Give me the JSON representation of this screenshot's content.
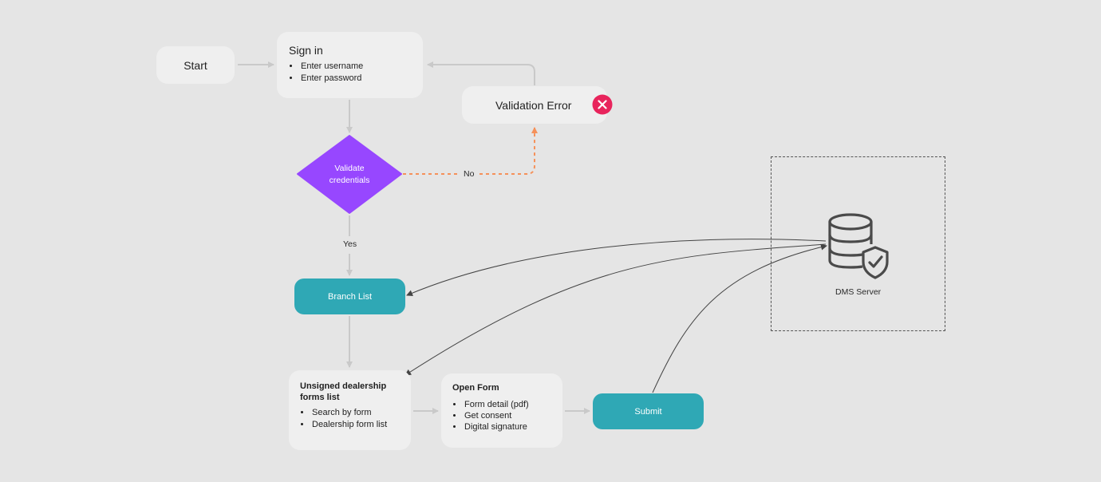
{
  "nodes": {
    "start": {
      "label": "Start"
    },
    "sign_in": {
      "title": "Sign in",
      "items": [
        "Enter username",
        "Enter password"
      ]
    },
    "validation_error": {
      "label": "Validation Error",
      "icon": "error-x-icon",
      "icon_color": "#e8245c"
    },
    "validate": {
      "label_line1": "Validate",
      "label_line2": "credentials",
      "color": "#9747ff"
    },
    "branch_list": {
      "label": "Branch List"
    },
    "unsigned_forms": {
      "title_line1": "Unsigned dealership",
      "title_line2": "forms list",
      "items": [
        "Search by form",
        "Dealership form list"
      ]
    },
    "open_form": {
      "title": "Open Form",
      "items": [
        "Form detail (pdf)",
        "Get consent",
        "Digital signature"
      ]
    },
    "submit": {
      "label": "Submit"
    },
    "dms_server": {
      "label": "DMS Server",
      "icon": "database-shield-icon"
    }
  },
  "edge_labels": {
    "no": "No",
    "yes": "Yes"
  },
  "colors": {
    "teal": "#2fa8b5",
    "purple": "#9747ff",
    "orange_dashed": "#f5915a",
    "error_red": "#e8245c"
  }
}
